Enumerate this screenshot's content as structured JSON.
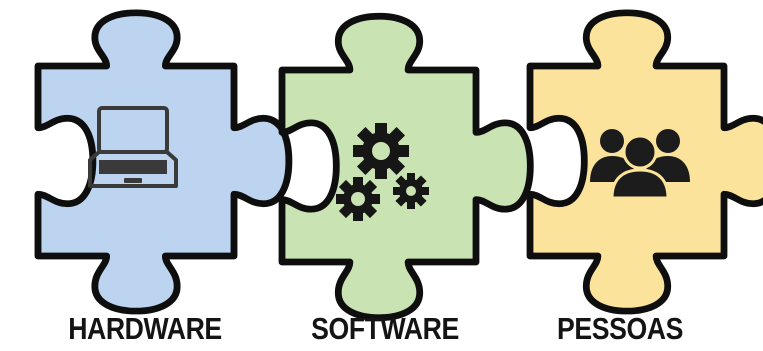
{
  "pieces": [
    {
      "label": "HARDWARE",
      "icon": "laptop-icon",
      "color": "#bcd4ef"
    },
    {
      "label": "SOFTWARE",
      "icon": "gears-icon",
      "color": "#c9e3b2"
    },
    {
      "label": "PESSOAS",
      "icon": "people-icon",
      "color": "#fbe39b"
    }
  ]
}
